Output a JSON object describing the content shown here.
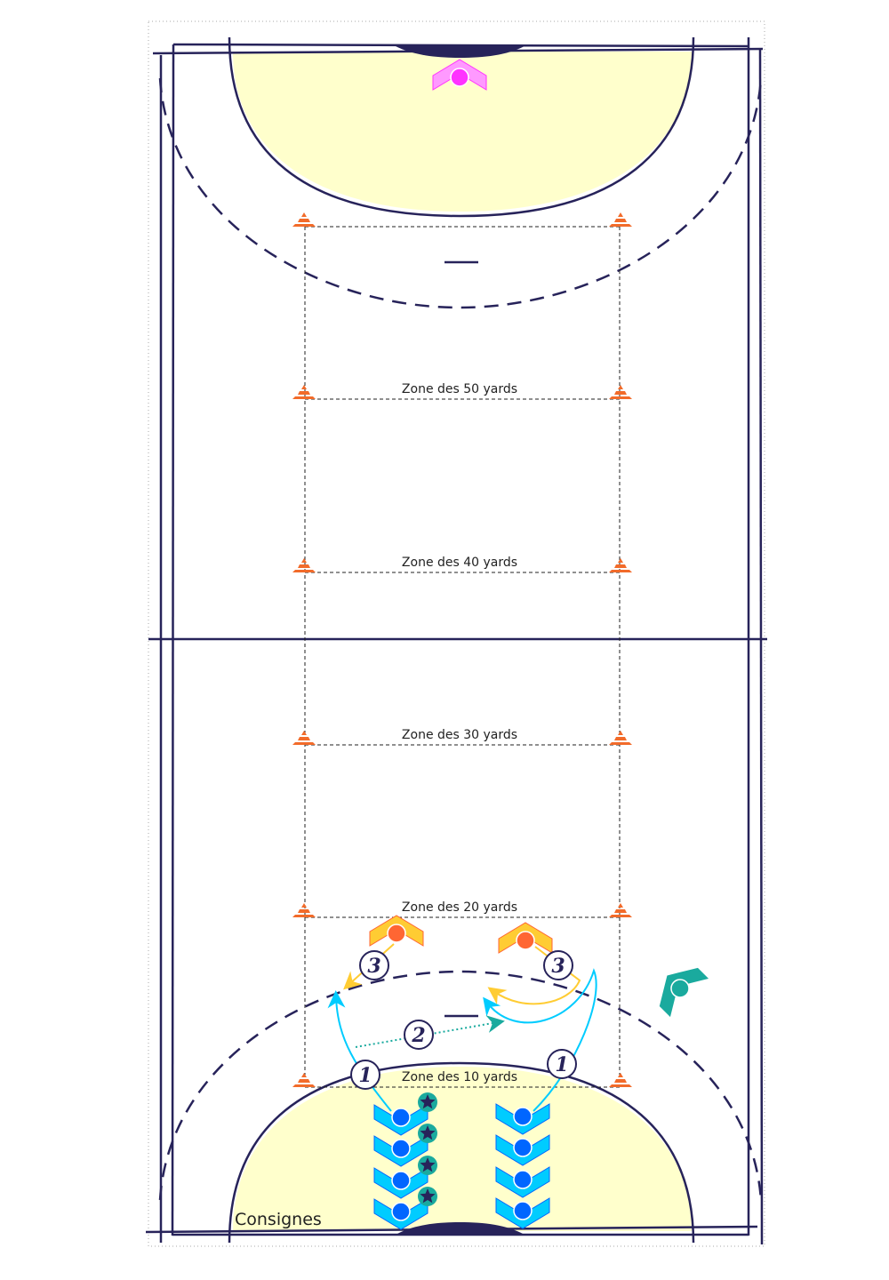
{
  "title": "Consignes",
  "zones": [
    {
      "label": "",
      "yards": 60
    },
    {
      "label": "Zone des 50 yards",
      "yards": 50
    },
    {
      "label": "Zone des 40 yards",
      "yards": 40
    },
    {
      "label": "Zone des 30 yards",
      "yards": 30
    },
    {
      "label": "Zone des 20 yards",
      "yards": 20
    },
    {
      "label": "Zone des 10 yards",
      "yards": 10
    }
  ],
  "steps": {
    "one": "1",
    "two": "2",
    "three": "3"
  },
  "colors": {
    "line": "#27235a",
    "area": "#ffffcc",
    "cone": "#f26b2a",
    "attacker": "#0066ff",
    "attacker_chevron": "#00ccff",
    "defender": "#ff6633",
    "defender_chevron": "#ffcc33",
    "goalkeeper": "#ff33ff",
    "teal": "#1aaa9e"
  }
}
